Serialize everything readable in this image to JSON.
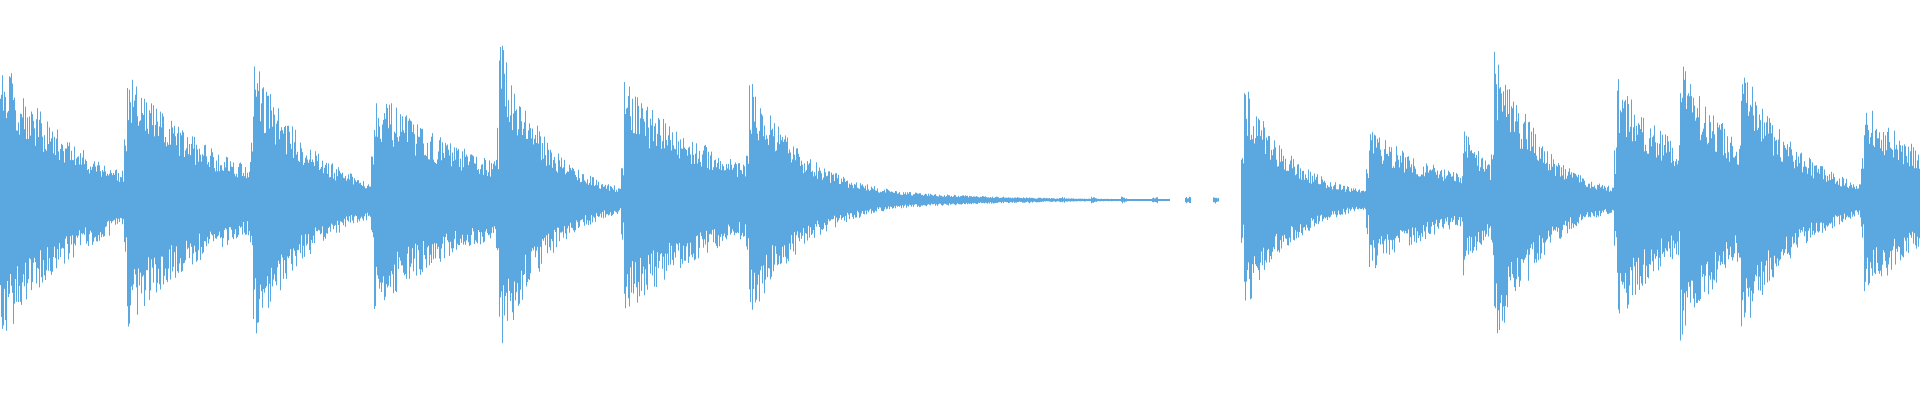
{
  "waveform": {
    "color": "#5ba7e0",
    "background": "#ffffff",
    "peak_level_max": 1.0,
    "transients": [
      {
        "t": 0.0,
        "amp": 0.88,
        "decay": 0.04
      },
      {
        "t": 0.066,
        "amp": 0.76,
        "decay": 0.05
      },
      {
        "t": 0.132,
        "amp": 0.86,
        "decay": 0.03
      },
      {
        "t": 0.195,
        "amp": 0.66,
        "decay": 0.06
      },
      {
        "t": 0.26,
        "amp": 0.97,
        "decay": 0.025
      },
      {
        "t": 0.292,
        "amp": 0.06,
        "decay": 0.008
      },
      {
        "t": 0.325,
        "amp": 0.7,
        "decay": 0.055
      },
      {
        "t": 0.39,
        "amp": 0.72,
        "decay": 0.03
      },
      {
        "t": 0.648,
        "amp": 0.7,
        "decay": 0.025
      },
      {
        "t": 0.681,
        "amp": 0.13,
        "decay": 0.015
      },
      {
        "t": 0.713,
        "amp": 0.44,
        "decay": 0.045
      },
      {
        "t": 0.762,
        "amp": 0.45,
        "decay": 0.018
      },
      {
        "t": 0.778,
        "amp": 0.9,
        "decay": 0.025
      },
      {
        "t": 0.794,
        "amp": 0.55,
        "decay": 0.02
      },
      {
        "t": 0.842,
        "amp": 0.73,
        "decay": 0.04
      },
      {
        "t": 0.875,
        "amp": 0.85,
        "decay": 0.035
      },
      {
        "t": 0.907,
        "amp": 0.81,
        "decay": 0.03
      },
      {
        "t": 0.971,
        "amp": 0.58,
        "decay": 0.045
      }
    ],
    "ticks": [
      0.02,
      0.032,
      0.045,
      0.16,
      0.175,
      0.185,
      0.24,
      0.31,
      0.345,
      0.36,
      0.41,
      0.43,
      0.455,
      0.47,
      0.487,
      0.52,
      0.535,
      0.552,
      0.568,
      0.584,
      0.6,
      0.617,
      0.632,
      0.69,
      0.735,
      0.83,
      0.86,
      0.925,
      0.95,
      0.96
    ]
  }
}
